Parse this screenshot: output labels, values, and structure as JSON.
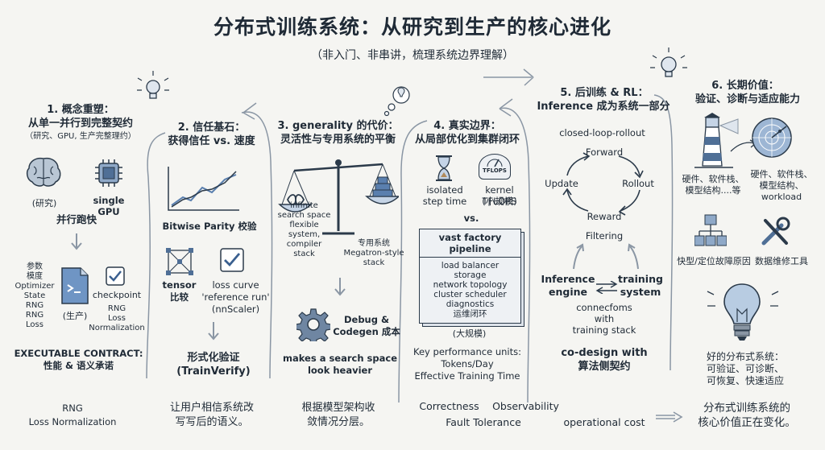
{
  "title": "分布式训练系统：从研究到生产的核心进化",
  "subtitle": "（非入门、非串讲，梳理系统边界理解）",
  "col1": {
    "heading": "1. 概念重塑：",
    "heading2": "从单一并行到完整契约",
    "heading3": "（研究、GPU, 生产完整理约）",
    "brain_label": "(研究)",
    "gpu_label": "single GPU",
    "parallel": "并行跑快",
    "state_list": [
      "参数",
      "模度",
      "Optimizer",
      "State",
      "RNG",
      "RNG",
      "Loss"
    ],
    "doc_label": "(生产)",
    "checkpoint_label": "checkpoint",
    "checkpoint_list": [
      "RNG",
      "Loss",
      "Normalization"
    ],
    "contract": "EXECUTABLE CONTRACT:",
    "contract2": "性能 & 语义承诺",
    "bottom1": "RNG",
    "bottom2": "Loss Normalization"
  },
  "col2": {
    "heading": "2. 信任基石：",
    "heading2": "获得信任 vs. 速度",
    "parity": "Bitwise Parity 校验",
    "tensor": "tensor",
    "tensor2": "比较",
    "loss": "loss curve",
    "loss2": "'reference run'",
    "loss3": "(nnScaler)",
    "formal": "形式化验证",
    "formal2": "(TrainVerify)",
    "bottom1": "让用户相信系统改",
    "bottom2": "写写后的语义。"
  },
  "col3": {
    "heading": "3. generality 的代价：",
    "heading2": "灵活性与专用系统的平衡",
    "left_list": [
      "infinite",
      "search space",
      "flexible system,",
      "compiler",
      "stack"
    ],
    "right_list": [
      "专用系统",
      "Megatron-style",
      "stack"
    ],
    "debug": "Debug &",
    "debug2": "Codegen 成本",
    "heavy": "makes a search space",
    "heavy2": "look heavier",
    "bottom1": "根据模型架构收",
    "bottom2": "敛情况分层。"
  },
  "col4": {
    "heading": "4. 真实边界：",
    "heading2": "从局部优化到集群闭环",
    "isolated": "isolated",
    "isolated2": "step time",
    "tflops_icon": "TFLOPS",
    "kernel": "kernel TFLOPS",
    "kernel2": "(小规模)",
    "vs": "vs.",
    "factory_title": "vast factory pipeline",
    "factory_items": [
      "load balancer",
      "storage",
      "network topology",
      "cluster scheduler",
      "diagnostics",
      "运维闭环"
    ],
    "factory_scale": "(大规模)",
    "units": "Key performance units:",
    "units2": "Tokens/Day",
    "units3": "Effective Training Time",
    "bottom_a": "Correctness",
    "bottom_b": "Observability",
    "bottom_c": "Fault Tolerance"
  },
  "col5": {
    "heading": "5. 后训练 & RL：",
    "heading2": "Inference 成为系统一部分",
    "loop_title": "closed-loop-rollout",
    "forward": "Forward",
    "rollout": "Rollout",
    "reward": "Reward",
    "update": "Update",
    "filtering": "Filtering",
    "engine": "Inference",
    "engine2": "engine",
    "training": "training",
    "training2": "system",
    "connect": "connecfoms",
    "connect2": "with",
    "connect3": "training stack",
    "codesign": "co-design with",
    "codesign2": "算法侧契约",
    "bottom": "operational cost"
  },
  "col6": {
    "heading": "6. 长期价值：",
    "heading2": "验证、诊断与适应能力",
    "hw1": "硬件、软件栈、",
    "hw1b": "模型结构....等",
    "hw2": "硬件、软件栈、",
    "hw2b": "模型结构、",
    "hw2c": "workload",
    "fault": "快型/定位故障原因",
    "tools": "数据维修工具",
    "good": "好的分布式系统：",
    "good2": "可验证、可诊断、",
    "good3": "可恢复、快速适应",
    "bottom1": "分布式训练系统的",
    "bottom2": "核心价值正在变化。"
  }
}
